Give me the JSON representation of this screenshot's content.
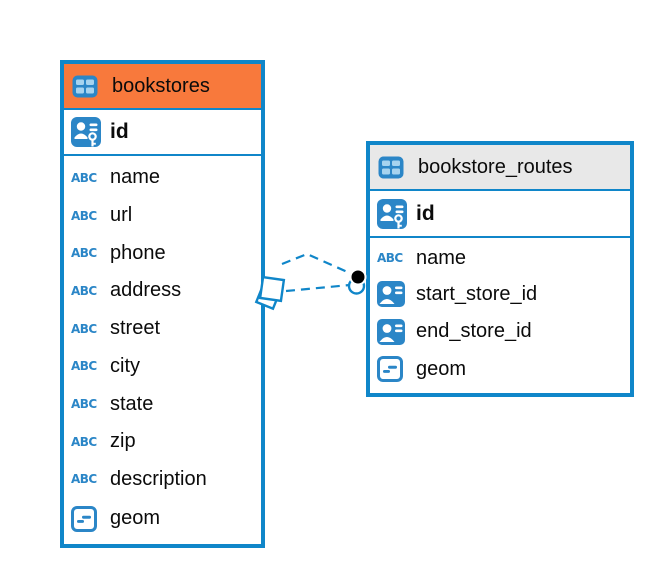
{
  "colors": {
    "accent": "#1086c9",
    "icon_blue": "#2b86c7",
    "icon_cell_blue": "#a6d3ef",
    "bookstores_header": "#f8793c",
    "routes_header": "#e8e8e8",
    "text": "#0b0b0b",
    "endpoint_dot": "#000000"
  },
  "diagram": {
    "connector": {
      "style": "dashed",
      "start_marker": "diamond-marker",
      "end_marker": "dot-marker",
      "relationships": [
        "bookstore_routes.start_store_id -> bookstores.id",
        "bookstore_routes.end_store_id -> bookstores.id"
      ]
    },
    "tables": [
      {
        "name": "bookstores",
        "icon": "table-icon",
        "header_color": "#f8793c",
        "primary_key": {
          "name": "id",
          "icon": "pk-icon"
        },
        "fields": [
          {
            "name": "name",
            "icon": "text-icon"
          },
          {
            "name": "url",
            "icon": "text-icon"
          },
          {
            "name": "phone",
            "icon": "text-icon"
          },
          {
            "name": "address",
            "icon": "text-icon"
          },
          {
            "name": "street",
            "icon": "text-icon"
          },
          {
            "name": "city",
            "icon": "text-icon"
          },
          {
            "name": "state",
            "icon": "text-icon"
          },
          {
            "name": "zip",
            "icon": "text-icon"
          },
          {
            "name": "description",
            "icon": "text-icon"
          },
          {
            "name": "geom",
            "icon": "geometry-icon"
          }
        ]
      },
      {
        "name": "bookstore_routes",
        "icon": "table-icon",
        "header_color": "#e8e8e8",
        "primary_key": {
          "name": "id",
          "icon": "pk-icon"
        },
        "fields": [
          {
            "name": "name",
            "icon": "text-icon"
          },
          {
            "name": "start_store_id",
            "icon": "fk-icon"
          },
          {
            "name": "end_store_id",
            "icon": "fk-icon"
          },
          {
            "name": "geom",
            "icon": "geometry-icon"
          }
        ]
      }
    ]
  }
}
